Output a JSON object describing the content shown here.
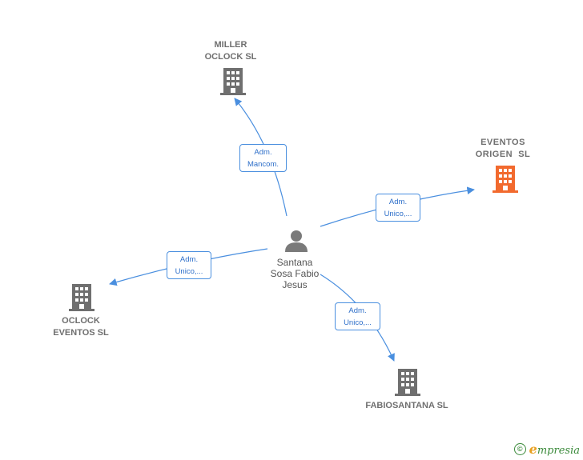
{
  "colors": {
    "edge": "#4a8fdf",
    "building_default": "#6f6f6f",
    "building_highlight": "#f26a2e",
    "person": "#7a7a7a"
  },
  "person": {
    "name_line1": "Santana",
    "name_line2": "Sosa Fabio",
    "name_line3": "Jesus",
    "icon": "person-icon"
  },
  "companies": {
    "miller": {
      "line1": "MILLER",
      "line2": "OCLOCK SL",
      "icon": "building-icon"
    },
    "eventos_origen": {
      "line1": "EVENTOS",
      "line2": "ORIGEN  SL",
      "icon": "building-icon",
      "highlighted": true
    },
    "oclock_eventos": {
      "line1": "OCLOCK",
      "line2": "EVENTOS SL",
      "icon": "building-icon"
    },
    "fabiosantana": {
      "line1": "FABIOSANTANA SL",
      "icon": "building-icon"
    }
  },
  "roles": {
    "miller": {
      "line1": "Adm.",
      "line2": "Mancom."
    },
    "eventos_origen": {
      "line1": "Adm.",
      "line2": "Unico,..."
    },
    "oclock_eventos": {
      "line1": "Adm.",
      "line2": "Unico,..."
    },
    "fabiosantana": {
      "line1": "Adm.",
      "line2": "Unico,..."
    }
  },
  "footer": {
    "copyright_symbol": "©",
    "brand_initial": "e",
    "brand_rest": "mpresia"
  }
}
